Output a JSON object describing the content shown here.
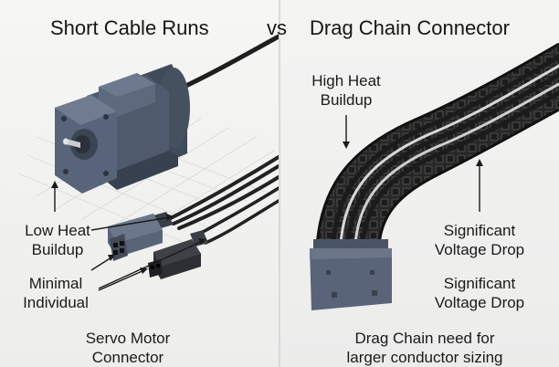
{
  "titles": {
    "left": "Short Cable Runs",
    "vs": "vs",
    "right": "Drag Chain Connector"
  },
  "left_labels": {
    "low_heat_l1": "Low Heat",
    "low_heat_l2": "Buildup",
    "minimal_l1": "Minimal",
    "minimal_l2": "Individual",
    "servo_l1": "Servo Motor",
    "servo_l2": "Connector"
  },
  "right_labels": {
    "high_heat_l1": "High Heat",
    "high_heat_l2": "Buildup",
    "voltage_a_l1": "Significant",
    "voltage_a_l2": "Voltage Drop",
    "voltage_b_l1": "Significant",
    "voltage_b_l2": "Voltage Drop",
    "caption_l1": "Drag Chain need for",
    "caption_l2": "larger conductor sizing"
  },
  "colors": {
    "motor_body": "#4f5b6d",
    "cable": "#1e1e1e",
    "chain": "#2a2a2a",
    "connector": "#5a6478"
  }
}
